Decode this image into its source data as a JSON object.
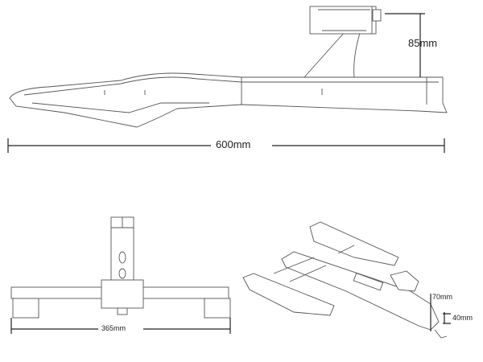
{
  "dimensions": {
    "height_label": "85mm",
    "length_label": "600mm",
    "width_label": "365mm",
    "front_height_label": "70mm",
    "rear_height_label": "40mm"
  }
}
